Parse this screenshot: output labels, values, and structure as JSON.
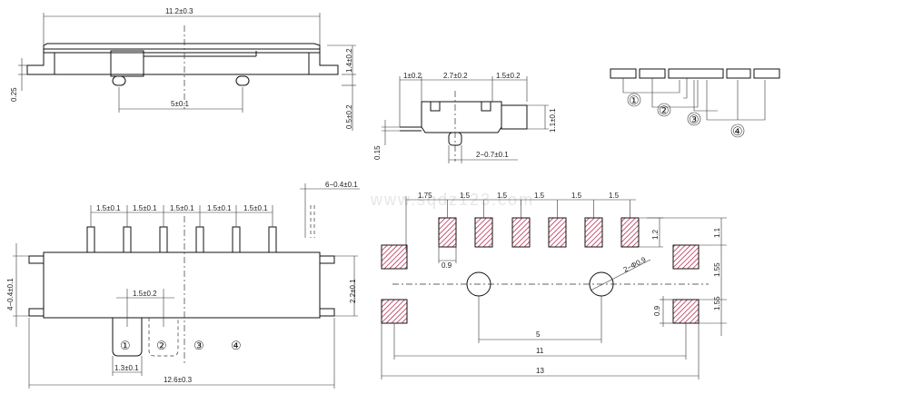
{
  "watermark": "www.sqdz123.com",
  "side_view": {
    "overall_length": "11.2±0.3",
    "height": "1.4±0.2",
    "foot_offset": "0.25",
    "stem_height": "0.5±0.2",
    "stem_pitch": "5±0.1"
  },
  "end_view": {
    "left_width": "1±0.2",
    "mid_width": "2.7±0.2",
    "right_width": "1.5±0.2",
    "height": "1.1±0.1",
    "base_offset": "0.15",
    "boss_diameter": "2−0.7±0.1"
  },
  "schematic": {
    "positions": [
      "①",
      "②",
      "③",
      "④"
    ]
  },
  "front_view": {
    "pin_pitch": [
      "1.5±0.1",
      "1.5±0.1",
      "1.5±0.1",
      "1.5±0.1",
      "1.5±0.1"
    ],
    "pin_width": "6−0.4±0.1",
    "body_height": "2.2±0.1",
    "side_pin_width": "4−0.4±0.1",
    "knob_pitch": "1.5±0.2",
    "knob_width": "1.3±0.1",
    "overall_length": "12.6±0.3",
    "positions": [
      "①",
      "②",
      "③",
      "④"
    ]
  },
  "pcb_layout": {
    "first_pitch": "1.75",
    "pitch": [
      "1.5",
      "1.5",
      "1.5",
      "1.5",
      "1.5"
    ],
    "pad_width": "0.9",
    "pad_height": "1.2",
    "hole": "2−Φ0.9",
    "hole_pitch": "5",
    "mount_pitch": "11",
    "overall_width": "13",
    "top_offset": "1.1",
    "row_pitch_1": "1.55",
    "row_pitch_2": "1.55",
    "mount_pad": "0.9"
  }
}
